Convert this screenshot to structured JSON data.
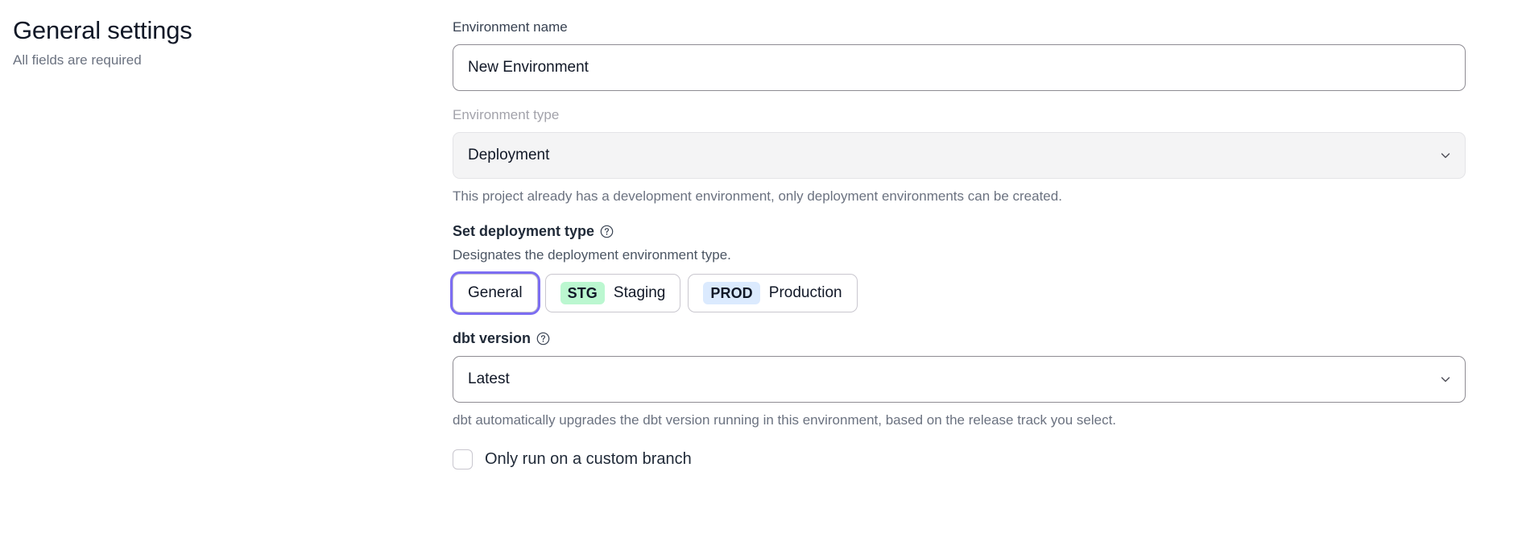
{
  "header": {
    "title": "General settings",
    "subtitle": "All fields are required"
  },
  "form": {
    "environment_name": {
      "label": "Environment name",
      "value": "New Environment",
      "placeholder": "Environment name"
    },
    "environment_type": {
      "label": "Environment type",
      "value": "Deployment",
      "disabled": true,
      "chevron_icon": "chevron-down-icon",
      "helper": "This project already has a development environment, only deployment environments can be created."
    },
    "deployment_type": {
      "heading": "Set deployment type",
      "help_icon": "question-circle-icon",
      "description": "Designates the deployment environment type.",
      "options": [
        {
          "id": "general",
          "badge": "",
          "label": "General",
          "badge_color": "",
          "selected": true
        },
        {
          "id": "staging",
          "badge": "STG",
          "label": "Staging",
          "badge_color": "#bbf7d0",
          "selected": false
        },
        {
          "id": "production",
          "badge": "PROD",
          "label": "Production",
          "badge_color": "#dbeafe",
          "selected": false
        }
      ]
    },
    "dbt_version": {
      "label": "dbt version",
      "help_icon": "question-circle-icon",
      "value": "Latest",
      "chevron_icon": "chevron-down-icon",
      "helper": "dbt automatically upgrades the dbt version running in this environment, based on the release track you select."
    },
    "custom_branch": {
      "label": "Only run on a custom branch",
      "checked": false
    }
  },
  "colors": {
    "accent_focus": "#7c6df2",
    "badge_staging": "#bbf7d0",
    "badge_production": "#dbeafe",
    "muted_text": "#6b7280",
    "disabled_bg": "#f4f4f5"
  }
}
